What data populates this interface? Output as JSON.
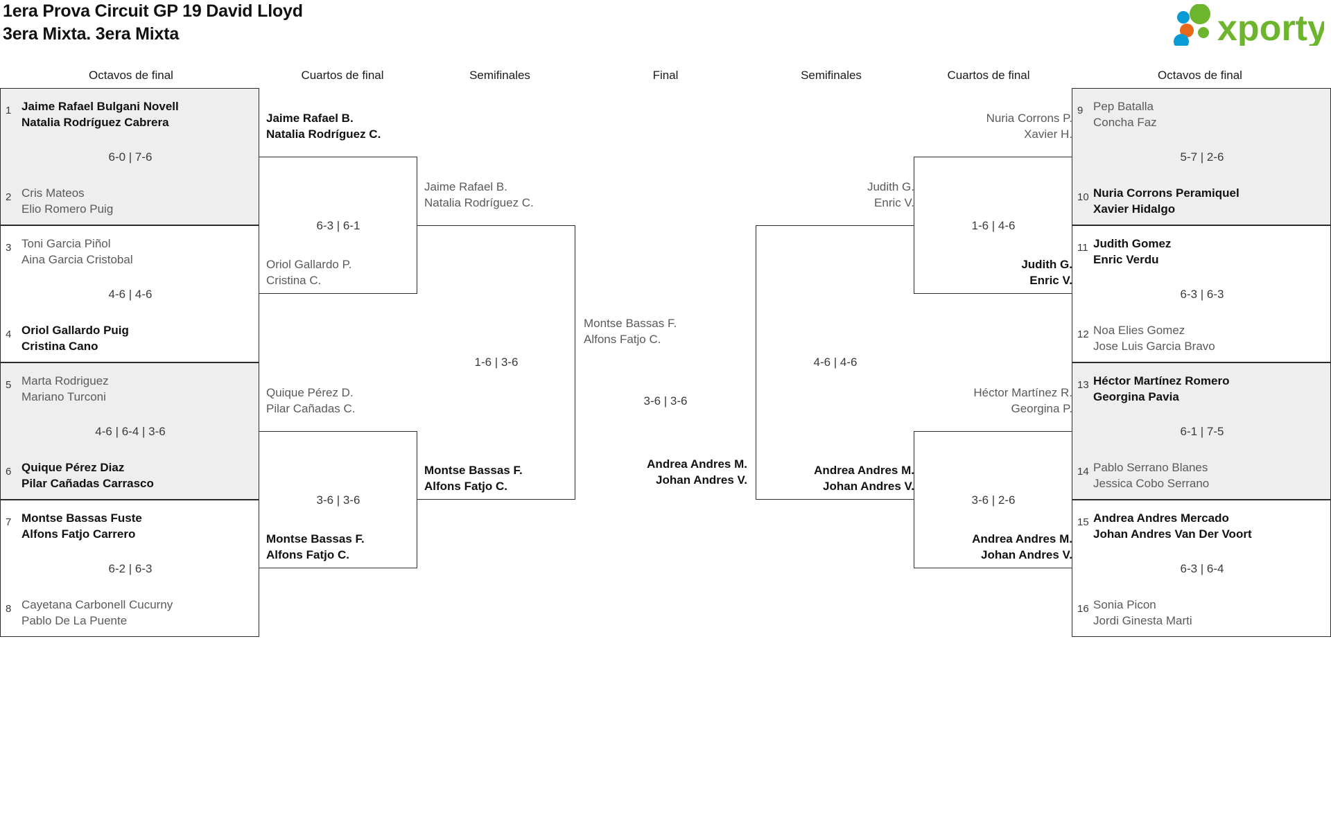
{
  "header": {
    "title_line1": "1era Prova Circuit GP 19 David Lloyd",
    "title_line2": "3era Mixta. 3era Mixta",
    "logo_text": "xporty",
    "logo_colors": {
      "green": "#6cb52d",
      "blue": "#0a9ad6",
      "orange": "#e8671a"
    }
  },
  "round_headers": {
    "left_r16": "Octavos de final",
    "left_qf": "Cuartos de final",
    "left_sf": "Semifinales",
    "final": "Final",
    "right_sf": "Semifinales",
    "right_qf": "Cuartos de final",
    "right_r16": "Octavos de final"
  },
  "left_r16": [
    {
      "seed_top": "1",
      "seed_bot": "2",
      "shaded": true,
      "top": {
        "l1": "Jaime Rafael Bulgani Novell",
        "l2": "Natalia Rodríguez Cabrera",
        "won": true
      },
      "bot": {
        "l1": "Cris Mateos",
        "l2": "Elio Romero Puig",
        "won": false
      },
      "score": "6-0 | 7-6"
    },
    {
      "seed_top": "3",
      "seed_bot": "4",
      "shaded": false,
      "top": {
        "l1": "Toni Garcia Piñol",
        "l2": "Aina Garcia Cristobal",
        "won": false
      },
      "bot": {
        "l1": "Oriol Gallardo Puig",
        "l2": "Cristina Cano",
        "won": true
      },
      "score": "4-6 | 4-6"
    },
    {
      "seed_top": "5",
      "seed_bot": "6",
      "shaded": true,
      "top": {
        "l1": "Marta Rodriguez",
        "l2": "Mariano Turconi",
        "won": false
      },
      "bot": {
        "l1": "Quique Pérez Diaz",
        "l2": "Pilar Cañadas Carrasco",
        "won": true
      },
      "score": "4-6 | 6-4 | 3-6"
    },
    {
      "seed_top": "7",
      "seed_bot": "8",
      "shaded": false,
      "top": {
        "l1": "Montse Bassas Fuste",
        "l2": "Alfons Fatjo Carrero",
        "won": true
      },
      "bot": {
        "l1": "Cayetana Carbonell Cucurny",
        "l2": "Pablo De La Puente",
        "won": false
      },
      "score": "6-2 | 6-3"
    }
  ],
  "left_qf": [
    {
      "top": {
        "l1": "Jaime Rafael B.",
        "l2": "Natalia Rodríguez C.",
        "won": true
      },
      "bot": {
        "l1": "Oriol Gallardo P.",
        "l2": "Cristina C.",
        "won": false
      },
      "score": "6-3 | 6-1"
    },
    {
      "top": {
        "l1": "Quique Pérez D.",
        "l2": "Pilar Cañadas C.",
        "won": false
      },
      "bot": {
        "l1": "Montse Bassas F.",
        "l2": "Alfons Fatjo C.",
        "won": true
      },
      "score": "3-6 | 3-6"
    }
  ],
  "left_sf": [
    {
      "top": {
        "l1": "Jaime Rafael B.",
        "l2": "Natalia Rodríguez C.",
        "won": false
      },
      "bot": {
        "l1": "Montse Bassas F.",
        "l2": "Alfons Fatjo C.",
        "won": true
      },
      "score": "1-6 | 3-6"
    }
  ],
  "final": [
    {
      "top": {
        "l1": "Montse Bassas F.",
        "l2": "Alfons Fatjo C.",
        "won": false
      },
      "bot": {
        "l1": "Andrea Andres M.",
        "l2": "Johan Andres V.",
        "won": true
      },
      "score": "3-6 | 3-6"
    }
  ],
  "right_sf": [
    {
      "top": {
        "l1": "Judith G.",
        "l2": "Enric V.",
        "won": false
      },
      "bot": {
        "l1": "Andrea Andres M.",
        "l2": "Johan Andres V.",
        "won": true
      },
      "score": "4-6 | 4-6"
    }
  ],
  "right_qf": [
    {
      "top": {
        "l1": "Nuria Corrons P.",
        "l2": "Xavier H.",
        "won": false
      },
      "bot": {
        "l1": "Judith G.",
        "l2": "Enric V.",
        "won": true
      },
      "score": "1-6 | 4-6"
    },
    {
      "top": {
        "l1": "Héctor Martínez R.",
        "l2": "Georgina P.",
        "won": false
      },
      "bot": {
        "l1": "Andrea Andres M.",
        "l2": "Johan Andres V.",
        "won": true
      },
      "score": "3-6 | 2-6"
    }
  ],
  "right_r16": [
    {
      "seed_top": "9",
      "seed_bot": "10",
      "shaded": true,
      "top": {
        "l1": "Pep Batalla",
        "l2": "Concha Faz",
        "won": false
      },
      "bot": {
        "l1": "Nuria Corrons Peramiquel",
        "l2": "Xavier Hidalgo",
        "won": true
      },
      "score": "5-7 | 2-6"
    },
    {
      "seed_top": "11",
      "seed_bot": "12",
      "shaded": false,
      "top": {
        "l1": "Judith Gomez",
        "l2": "Enric Verdu",
        "won": true
      },
      "bot": {
        "l1": "Noa Elies Gomez",
        "l2": "Jose Luis Garcia Bravo",
        "won": false
      },
      "score": "6-3 | 6-3"
    },
    {
      "seed_top": "13",
      "seed_bot": "14",
      "shaded": true,
      "top": {
        "l1": "Héctor Martínez Romero",
        "l2": "Georgina Pavia",
        "won": true
      },
      "bot": {
        "l1": "Pablo Serrano Blanes",
        "l2": "Jessica Cobo Serrano",
        "won": false
      },
      "score": "6-1 | 7-5"
    },
    {
      "seed_top": "15",
      "seed_bot": "16",
      "shaded": false,
      "top": {
        "l1": "Andrea Andres Mercado",
        "l2": "Johan Andres Van Der Voort",
        "won": true
      },
      "bot": {
        "l1": "Sonia Picon",
        "l2": "Jordi Ginesta Marti",
        "won": false
      },
      "score": "6-3 | 6-4"
    }
  ]
}
